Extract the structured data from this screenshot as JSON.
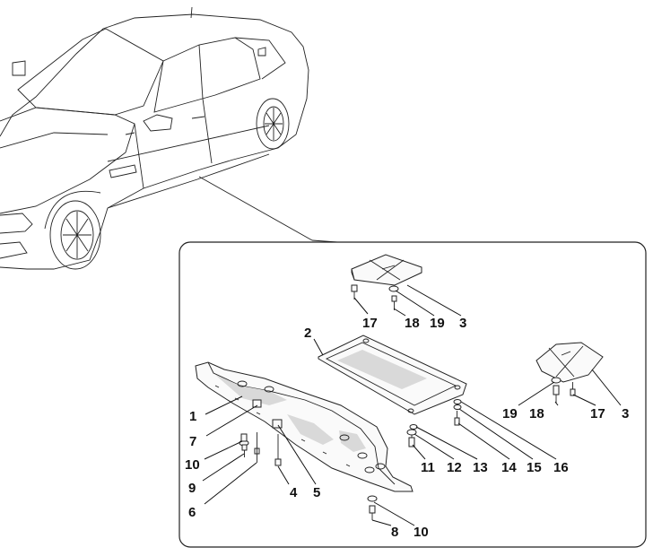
{
  "diagram": {
    "callouts": [
      {
        "id": "c1",
        "label": "1"
      },
      {
        "id": "c2",
        "label": "2"
      },
      {
        "id": "c3a",
        "label": "3"
      },
      {
        "id": "c3b",
        "label": "3"
      },
      {
        "id": "c4",
        "label": "4"
      },
      {
        "id": "c5",
        "label": "5"
      },
      {
        "id": "c6",
        "label": "6"
      },
      {
        "id": "c7",
        "label": "7"
      },
      {
        "id": "c8",
        "label": "8"
      },
      {
        "id": "c9",
        "label": "9"
      },
      {
        "id": "c10a",
        "label": "10"
      },
      {
        "id": "c10b",
        "label": "10"
      },
      {
        "id": "c11",
        "label": "11"
      },
      {
        "id": "c12",
        "label": "12"
      },
      {
        "id": "c13",
        "label": "13"
      },
      {
        "id": "c14",
        "label": "14"
      },
      {
        "id": "c15",
        "label": "15"
      },
      {
        "id": "c16",
        "label": "16"
      },
      {
        "id": "c17a",
        "label": "17"
      },
      {
        "id": "c17b",
        "label": "17"
      },
      {
        "id": "c18a",
        "label": "18"
      },
      {
        "id": "c18b",
        "label": "18"
      },
      {
        "id": "c19a",
        "label": "19"
      },
      {
        "id": "c19b",
        "label": "19"
      }
    ]
  }
}
